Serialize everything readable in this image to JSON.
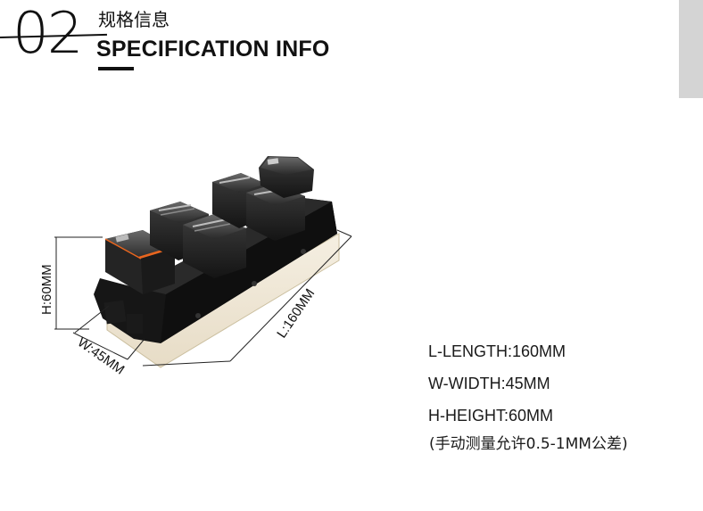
{
  "header": {
    "number": "02",
    "title_cn": "规格信息",
    "title_en": "SPECIFICATION INFO"
  },
  "product": {
    "name_icon": "window-switch-panel-icon",
    "dim_labels": {
      "height": "H:60MM",
      "width": "W:45MM",
      "length": "L:160MM"
    }
  },
  "specs": {
    "length": "L-LENGTH:160MM",
    "width": "W-WIDTH:45MM",
    "height": "H-HEIGHT:60MM",
    "note": "(手动测量允许0.5-1MM公差)"
  },
  "colors": {
    "accent_orange": "#e8651e",
    "switch_body": "#1e1e1e",
    "side_tab": "#d4d4d4"
  }
}
